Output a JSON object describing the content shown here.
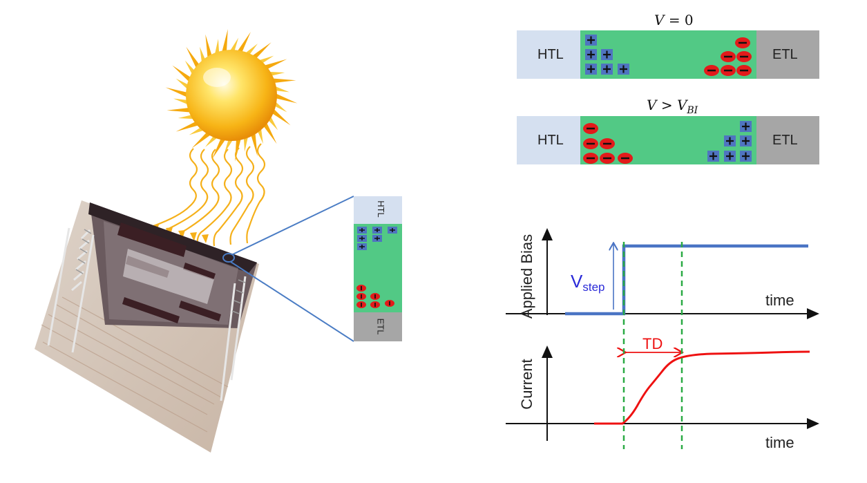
{
  "device": {
    "top_layer": "HTL",
    "bottom_layer": "ETL"
  },
  "band_zero": {
    "equation_lhs": "V",
    "equation_op": "= 0",
    "left_layer": "HTL",
    "right_layer": "ETL"
  },
  "band_bias": {
    "equation_lhs": "V",
    "equation_op": ">",
    "equation_rhs": "V",
    "equation_sub": "BI",
    "left_layer": "HTL",
    "right_layer": "ETL"
  },
  "bias_plot": {
    "ylabel": "Applied Bias",
    "xlabel": "time",
    "step_label": "V",
    "step_sub": "step"
  },
  "current_plot": {
    "ylabel": "Current",
    "xlabel": "time",
    "delay_label": "TD"
  },
  "colors": {
    "htl": "#d5e0f0",
    "perovskite": "#52c985",
    "etl": "#a6a6a6",
    "cation": "#4f74c0",
    "anion": "#e21b1b",
    "bias_line": "#4a74c4",
    "current_line": "#ee1111",
    "guide": "#2aaa44"
  }
}
